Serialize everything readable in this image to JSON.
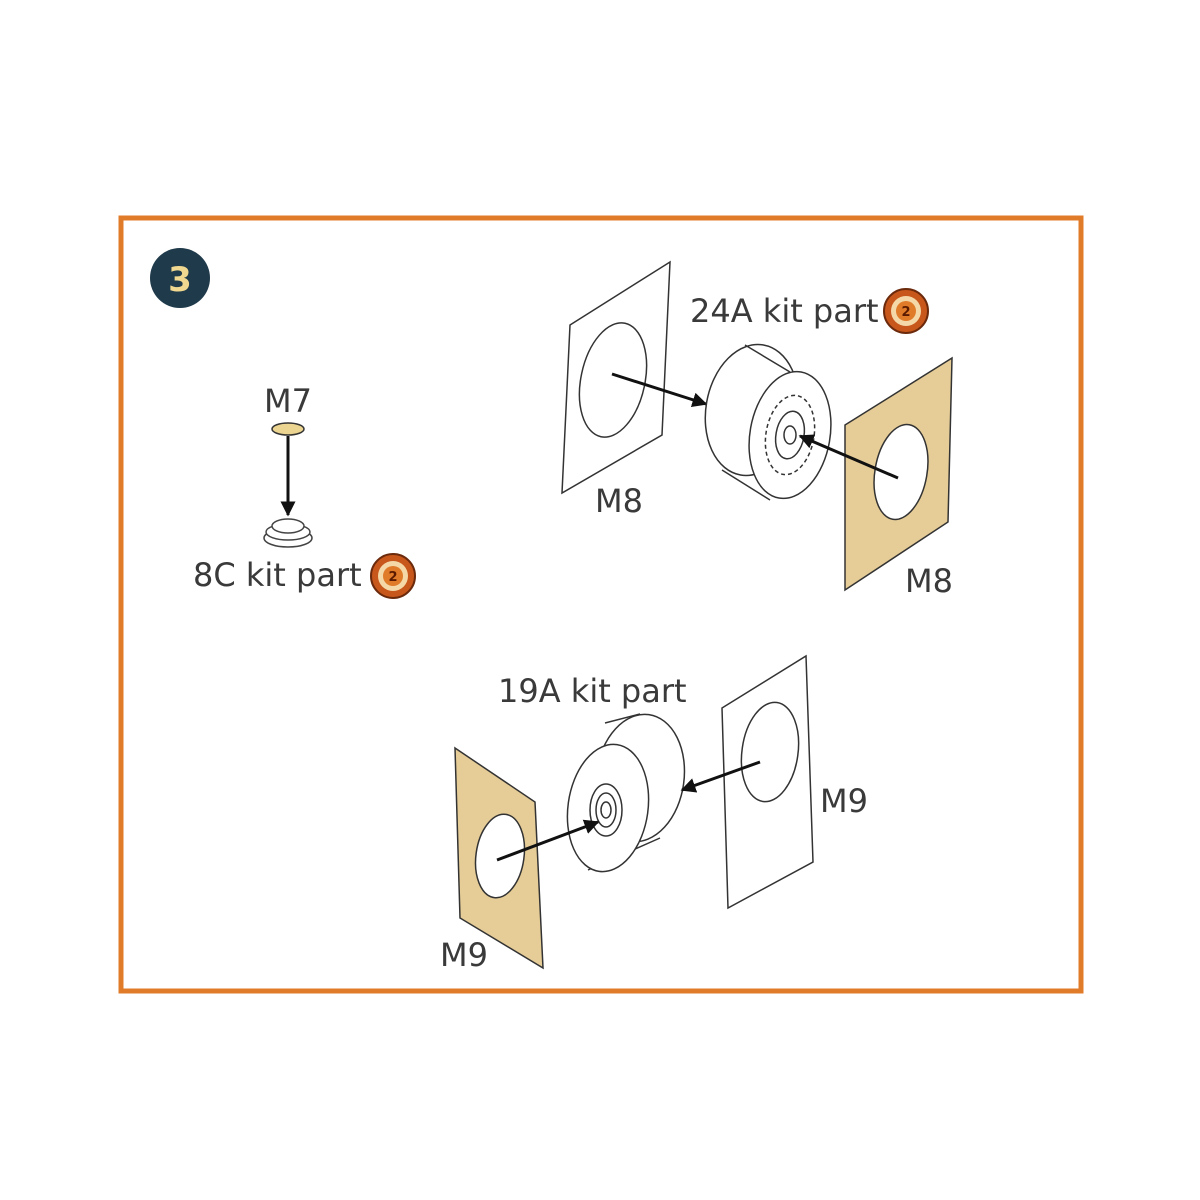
{
  "step": {
    "number": "3"
  },
  "colors": {
    "frame": "#e07b2a",
    "badge": "#1f3a4a",
    "badge_text": "#f0d890",
    "resin_part": "#e6cd97",
    "kit_icon": "#c8571b"
  },
  "parts": {
    "m7": {
      "label": "M7"
    },
    "part_8c": {
      "label": "8C kit part",
      "icon": "kit-part-from-step-2-icon",
      "icon_text": "2"
    },
    "part_24a": {
      "label": "24A kit part",
      "icon": "kit-part-from-step-2-icon",
      "icon_text": "2"
    },
    "m8_left": {
      "label": "M8"
    },
    "m8_right": {
      "label": "M8"
    },
    "part_19a": {
      "label": "19A kit part"
    },
    "m9_right": {
      "label": "M9"
    },
    "m9_left": {
      "label": "M9"
    }
  }
}
